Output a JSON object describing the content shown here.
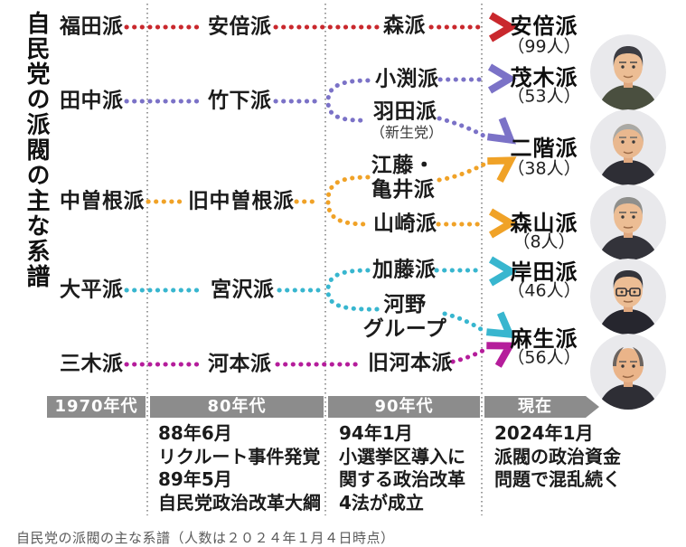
{
  "page": {
    "title_vertical": "自民党の派閥の主な系譜",
    "caption": "自民党の派閥の主な系譜（人数は２０２４年１月４日時点）"
  },
  "colors": {
    "red": "#c9282d",
    "purple": "#7b72c7",
    "orange": "#f0a227",
    "cyan": "#38b6cf",
    "magenta": "#b51d9b",
    "timeline_bar": "#8c8c8c",
    "separator": "#9b9b9b"
  },
  "factions": {
    "fukuda": "福田派",
    "tanaka": "田中派",
    "nakasone": "中曽根派",
    "ohira": "大平派",
    "miki": "三木派",
    "abe80": "安倍派",
    "takeshita": "竹下派",
    "kyu_nakasone": "旧中曽根派",
    "miyazawa": "宮沢派",
    "komoto": "河本派",
    "mori": "森派",
    "obuchi": "小渕派",
    "hata": "羽田派",
    "hata_sub": "（新生党）",
    "eto1": "江藤・",
    "eto2": "亀井派",
    "yamazaki": "山崎派",
    "kato": "加藤派",
    "kono1": "河野",
    "kono2": "グループ",
    "kyu_komoto": "旧河本派"
  },
  "current": {
    "abe": {
      "name": "安倍派",
      "count": "（99人）"
    },
    "motegi": {
      "name": "茂木派",
      "count": "（53人）"
    },
    "nikai": {
      "name": "二階派",
      "count": "（38人）"
    },
    "moriyama": {
      "name": "森山派",
      "count": "（8人）"
    },
    "kishida": {
      "name": "岸田派",
      "count": "（46人）"
    },
    "aso": {
      "name": "麻生派",
      "count": "（56人）"
    }
  },
  "timeline": {
    "eras": [
      "1970年代",
      "80年代",
      "90年代",
      "現在"
    ]
  },
  "events": {
    "era80": [
      "88年6月",
      "リクルート事件発覚",
      "89年5月",
      "自民党政治改革大綱"
    ],
    "era90": [
      "94年1月",
      "小選挙区導入に",
      "関する政治改革",
      "4法が成立"
    ],
    "now": [
      "2024年1月",
      "派閥の政治資金",
      "問題で混乱続く"
    ]
  }
}
